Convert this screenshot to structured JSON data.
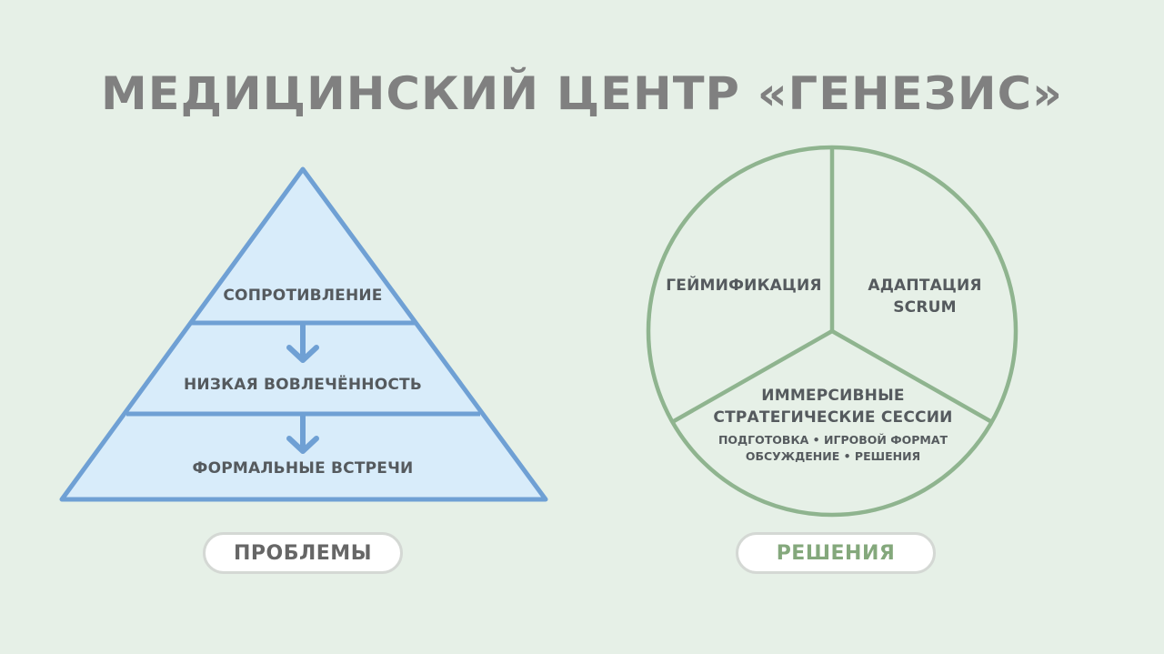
{
  "title": "МЕДИЦИНСКИЙ ЦЕНТР «ГЕНЕЗИС»",
  "colors": {
    "background": "#e6f0e7",
    "title_text": "#808080",
    "pyramid_fill": "#d8ecfa",
    "pyramid_stroke": "#6fa0d4",
    "circle_stroke": "#8fb48f",
    "label_text": "#555a5e",
    "problems_label": "#666666",
    "solutions_label": "#84a87c"
  },
  "problems": {
    "levels": [
      {
        "label": "СОПРОТИВЛЕНИЕ"
      },
      {
        "label": "НИЗКАЯ ВОВЛЕЧЁННОСТЬ"
      },
      {
        "label": "ФОРМАЛЬНЫЕ ВСТРЕЧИ"
      }
    ],
    "arrows": [
      "arrow-down-icon",
      "arrow-down-icon"
    ],
    "badge": "ПРОБЛЕМЫ"
  },
  "solutions": {
    "segments": [
      {
        "label": "ГЕЙМИФИКАЦИЯ"
      },
      {
        "line1": "АДАПТАЦИЯ",
        "line2": "SCRUM"
      },
      {
        "line1": "ИММЕРСИВНЫЕ",
        "line2": "СТРАТЕГИЧЕСКИЕ СЕССИИ",
        "sub1": "ПОДГОТОВКА • ИГРОВОЙ ФОРМАТ",
        "sub2": "ОБСУЖДЕНИЕ • РЕШЕНИЯ"
      }
    ],
    "badge": "РЕШЕНИЯ"
  }
}
